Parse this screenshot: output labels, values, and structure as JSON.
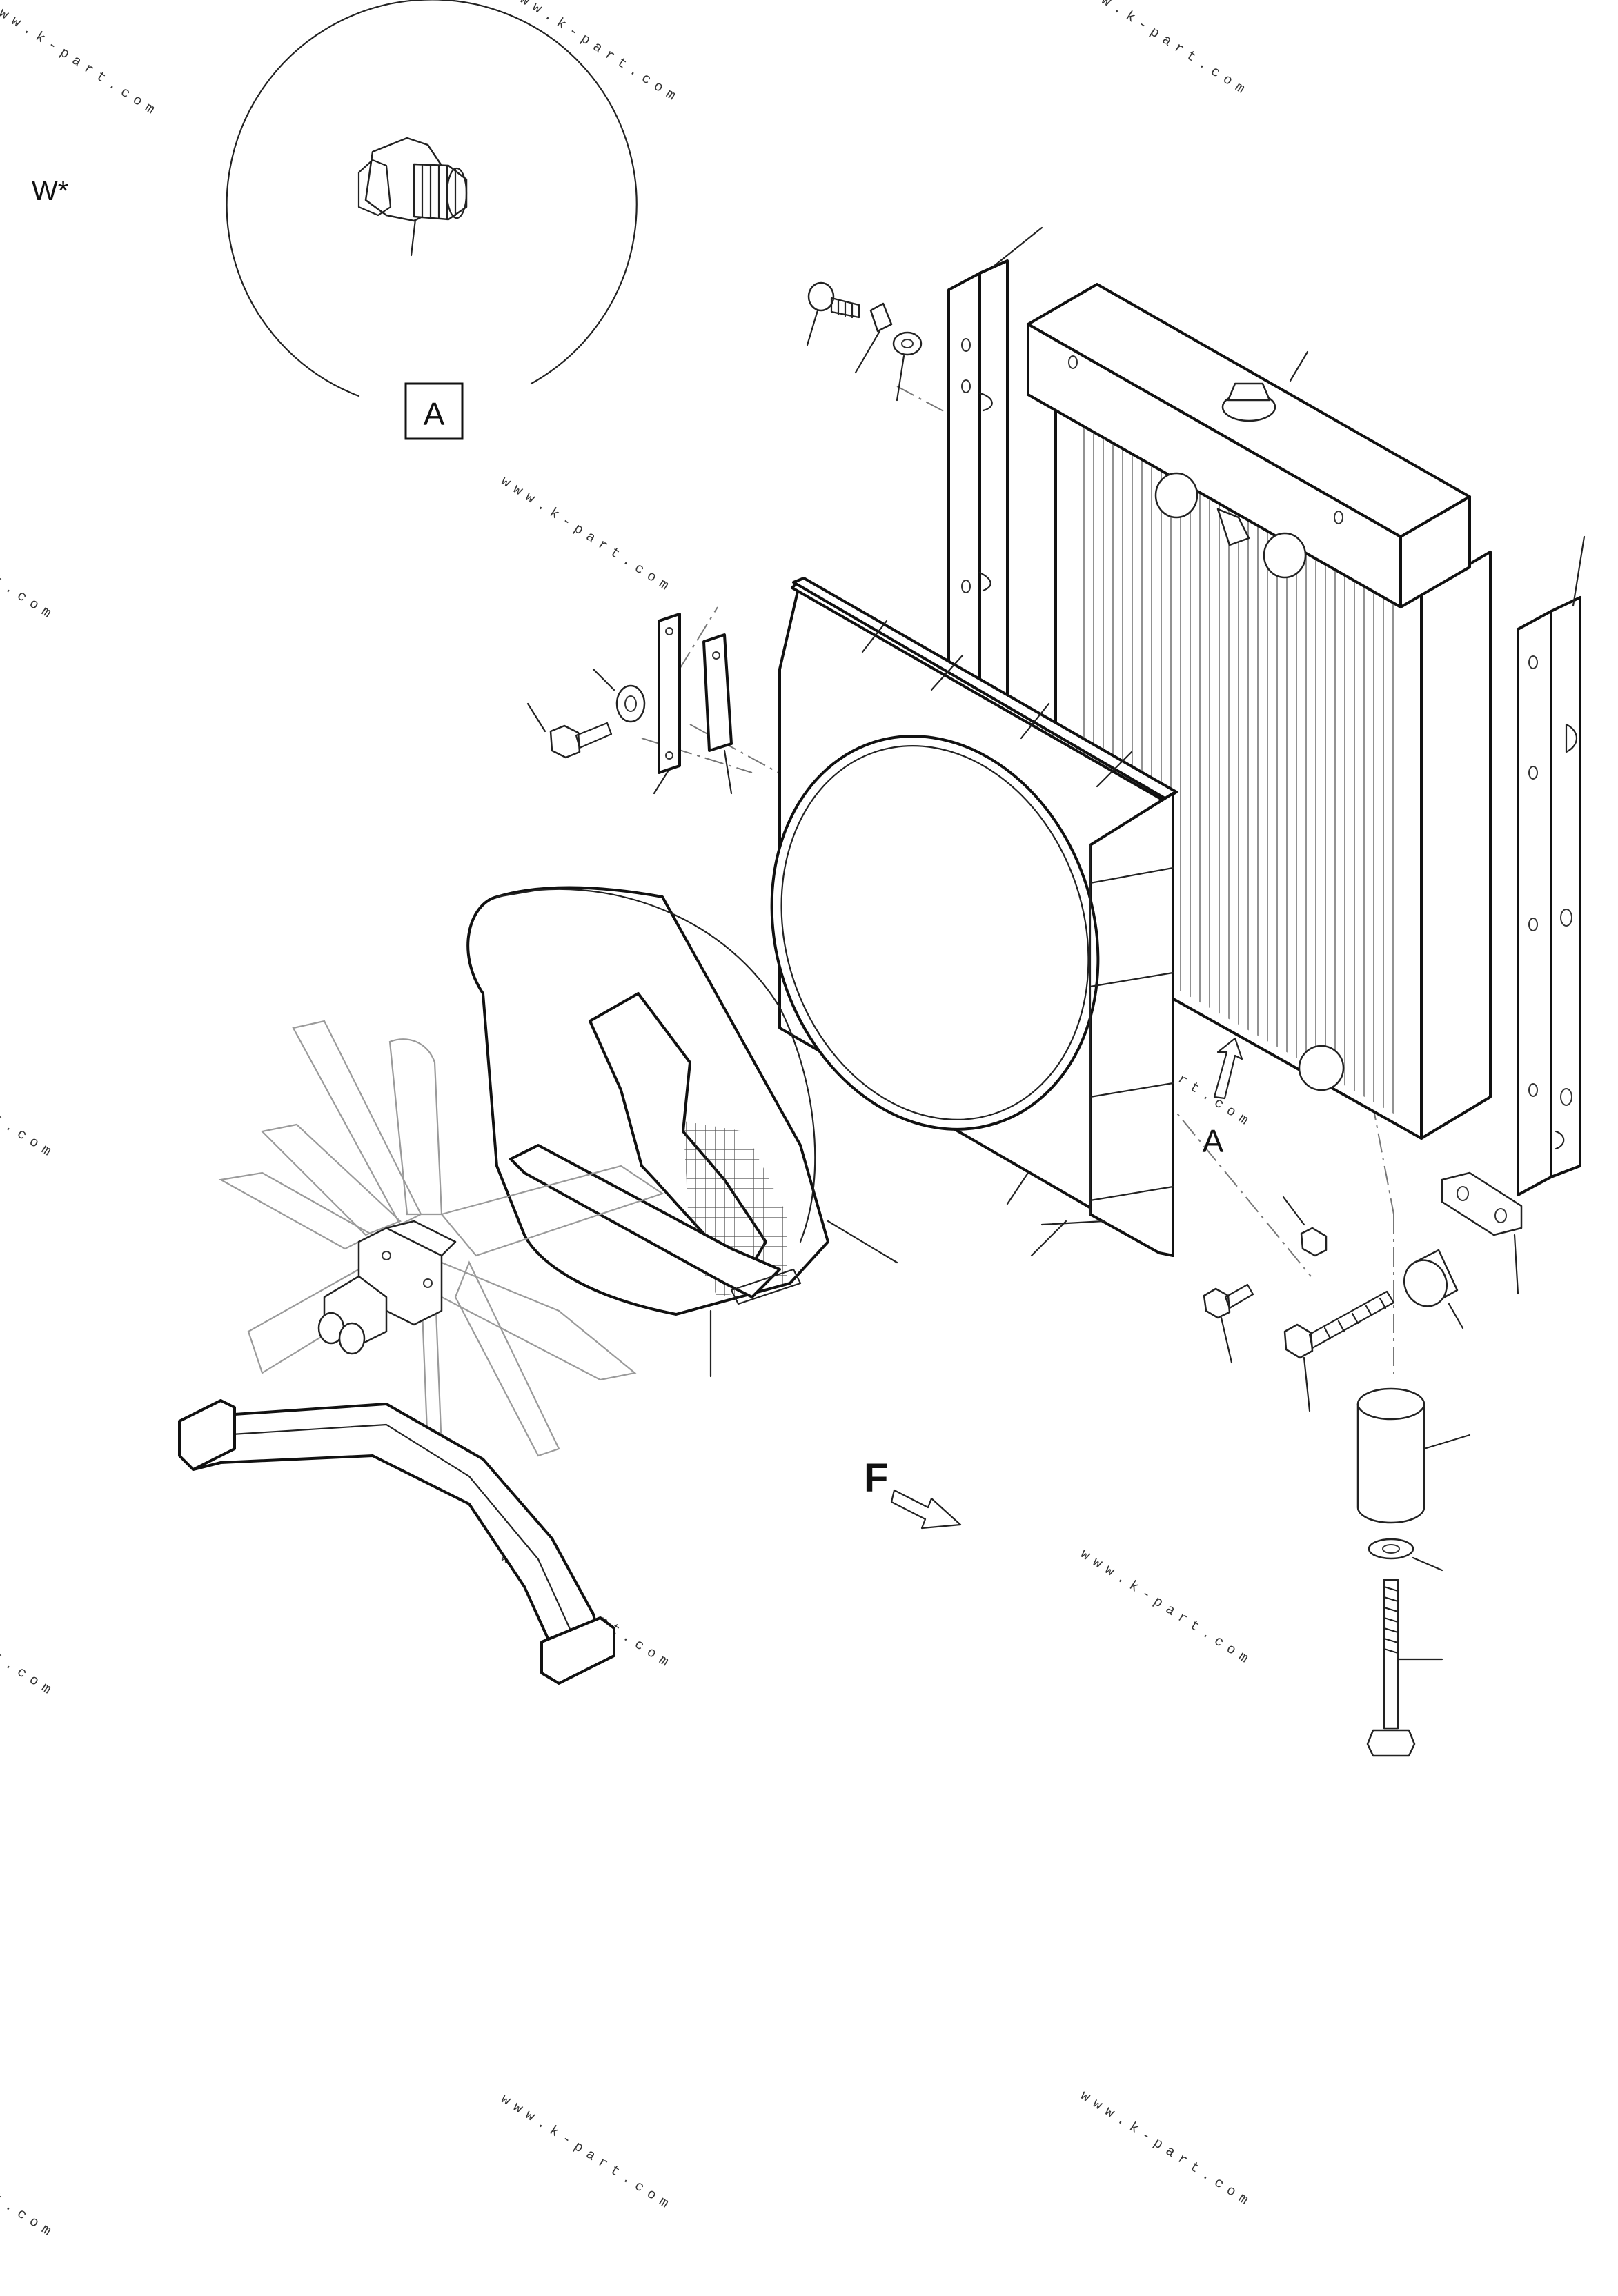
{
  "labels": {
    "variant_marker": "W*",
    "detail_ref_box": "A",
    "detail_arrow_ref": "A",
    "direction_marker": "F"
  },
  "watermark": "www.k-part.com"
}
